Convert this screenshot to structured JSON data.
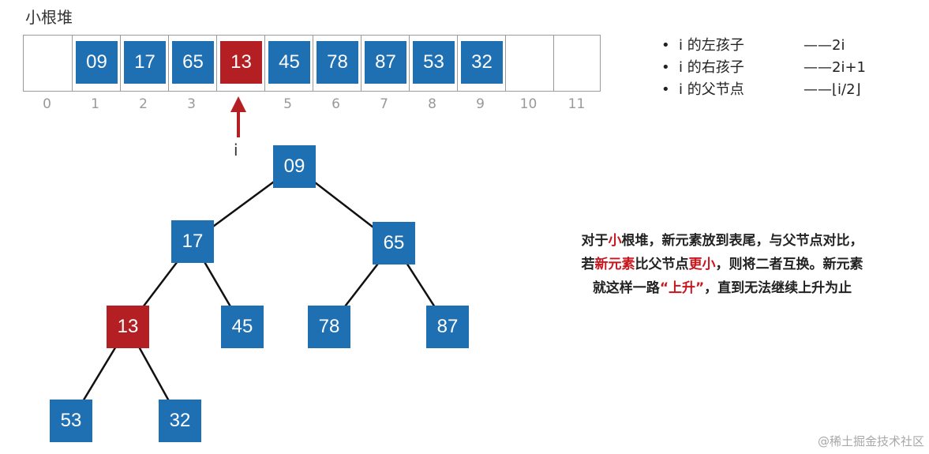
{
  "title": "小根堆",
  "array": {
    "cells": [
      {
        "index": "0",
        "value": "",
        "highlight": false
      },
      {
        "index": "1",
        "value": "09",
        "highlight": false
      },
      {
        "index": "2",
        "value": "17",
        "highlight": false
      },
      {
        "index": "3",
        "value": "65",
        "highlight": false
      },
      {
        "index": "",
        "value": "13",
        "highlight": true
      },
      {
        "index": "5",
        "value": "45",
        "highlight": false
      },
      {
        "index": "6",
        "value": "78",
        "highlight": false
      },
      {
        "index": "7",
        "value": "87",
        "highlight": false
      },
      {
        "index": "8",
        "value": "53",
        "highlight": false
      },
      {
        "index": "9",
        "value": "32",
        "highlight": false
      },
      {
        "index": "10",
        "value": "",
        "highlight": false
      },
      {
        "index": "11",
        "value": "",
        "highlight": false
      }
    ]
  },
  "pointer_label": "i",
  "legend": [
    {
      "bullet": "•",
      "label": "i 的左孩子",
      "formula": "——2i"
    },
    {
      "bullet": "•",
      "label": "i 的右孩子",
      "formula": "——2i+1"
    },
    {
      "bullet": "•",
      "label": "i 的父节点",
      "formula": "——⌊i/2⌋"
    }
  ],
  "tree": {
    "nodes": [
      {
        "id": "n1",
        "value": "09",
        "highlight": false
      },
      {
        "id": "n2",
        "value": "17",
        "highlight": false
      },
      {
        "id": "n3",
        "value": "65",
        "highlight": false
      },
      {
        "id": "n4",
        "value": "13",
        "highlight": true
      },
      {
        "id": "n5",
        "value": "45",
        "highlight": false
      },
      {
        "id": "n6",
        "value": "78",
        "highlight": false
      },
      {
        "id": "n7",
        "value": "87",
        "highlight": false
      },
      {
        "id": "n8",
        "value": "53",
        "highlight": false
      },
      {
        "id": "n9",
        "value": "32",
        "highlight": false
      }
    ],
    "edges": [
      [
        "n1",
        "n2"
      ],
      [
        "n1",
        "n3"
      ],
      [
        "n2",
        "n4"
      ],
      [
        "n2",
        "n5"
      ],
      [
        "n3",
        "n6"
      ],
      [
        "n3",
        "n7"
      ],
      [
        "n4",
        "n8"
      ],
      [
        "n4",
        "n9"
      ]
    ]
  },
  "description": {
    "line1": [
      {
        "text": "对于",
        "hl": false
      },
      {
        "text": "小",
        "hl": true
      },
      {
        "text": "根堆，新元素放到表尾，与父节点对比，",
        "hl": false
      }
    ],
    "line2": [
      {
        "text": "若",
        "hl": false
      },
      {
        "text": "新元素",
        "hl": true
      },
      {
        "text": "比父节点",
        "hl": false
      },
      {
        "text": "更小",
        "hl": true
      },
      {
        "text": "，则将二者互换。新元素",
        "hl": false
      }
    ],
    "line3": [
      {
        "text": "就这样一路",
        "hl": false
      },
      {
        "text": "“上升”",
        "hl": true
      },
      {
        "text": "，直到无法继续上升为止",
        "hl": false
      }
    ]
  },
  "credit": "@稀土掘金技术社区",
  "colors": {
    "node_blue": "#1f6fb3",
    "node_red": "#b41f24",
    "highlight_text": "#c8161d"
  }
}
